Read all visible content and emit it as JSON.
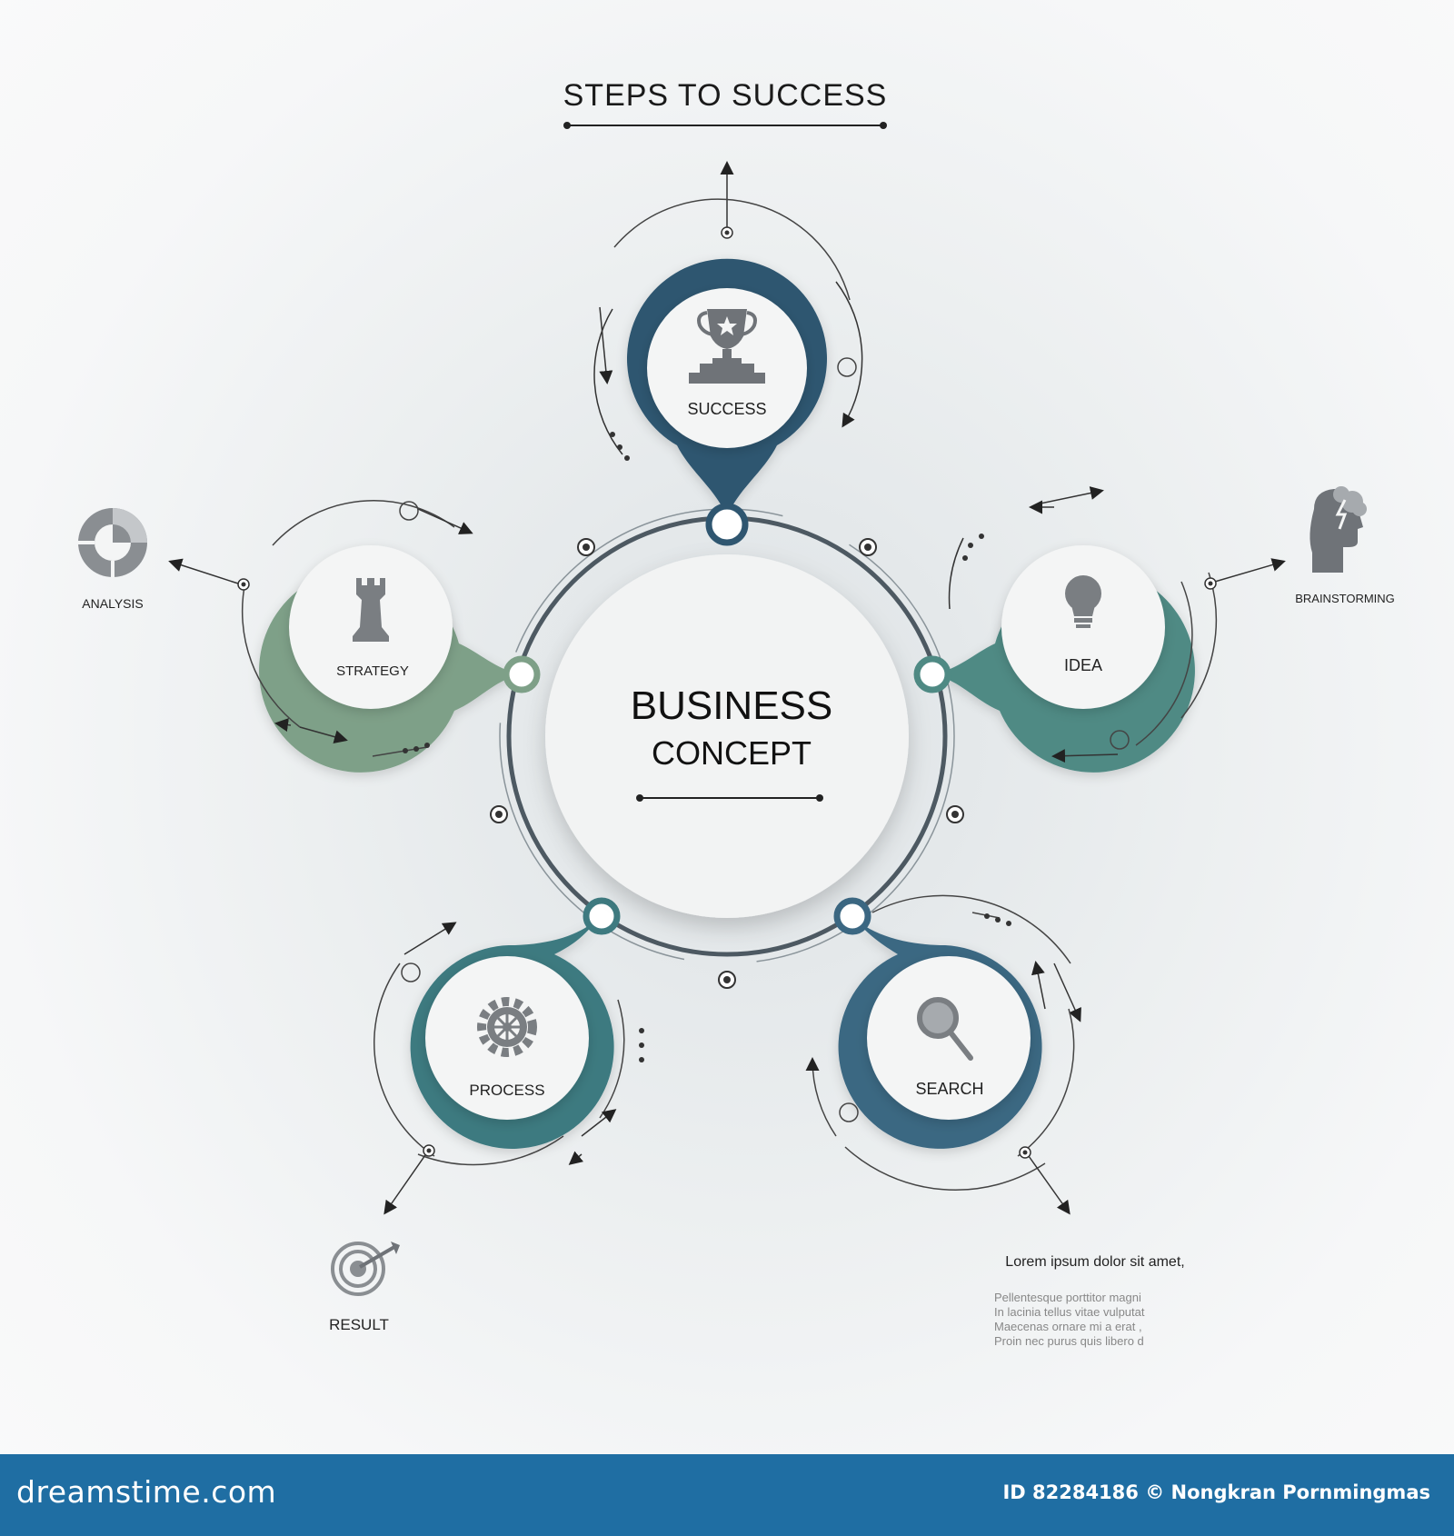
{
  "title": "STEPS TO SUCCESS",
  "center": {
    "line1": "BUSINESS",
    "line2": "CONCEPT"
  },
  "nodes": {
    "success": {
      "label": "SUCCESS",
      "color": "#2f5670"
    },
    "idea": {
      "label": "IDEA",
      "color": "#4f8a84"
    },
    "strategy": {
      "label": "STRATEGY",
      "color": "#7ea088"
    },
    "process": {
      "label": "PROCESS",
      "color": "#3e7a80"
    },
    "search": {
      "label": "SEARCH",
      "color": "#3b6782"
    }
  },
  "side_items": {
    "analysis": {
      "label": "ANALYSIS",
      "icon": "pie-chart-icon"
    },
    "brainstorming": {
      "label": "BRAINSTORMING",
      "icon": "head-brain-icon"
    },
    "result": {
      "label": "RESULT",
      "icon": "target-arrow-icon"
    }
  },
  "note": {
    "heading": "Lorem ipsum dolor sit amet,",
    "lines": [
      "Pellentesque porttitor magni",
      "In lacinia tellus vitae vulputat",
      "Maecenas ornare mi a erat ,",
      "Proin nec purus quis libero d"
    ]
  },
  "footer": {
    "logo": "dreamstime.com",
    "credit": "ID 82284186 © Nongkran Pornmingmas",
    "color": "#1f6ea3"
  }
}
